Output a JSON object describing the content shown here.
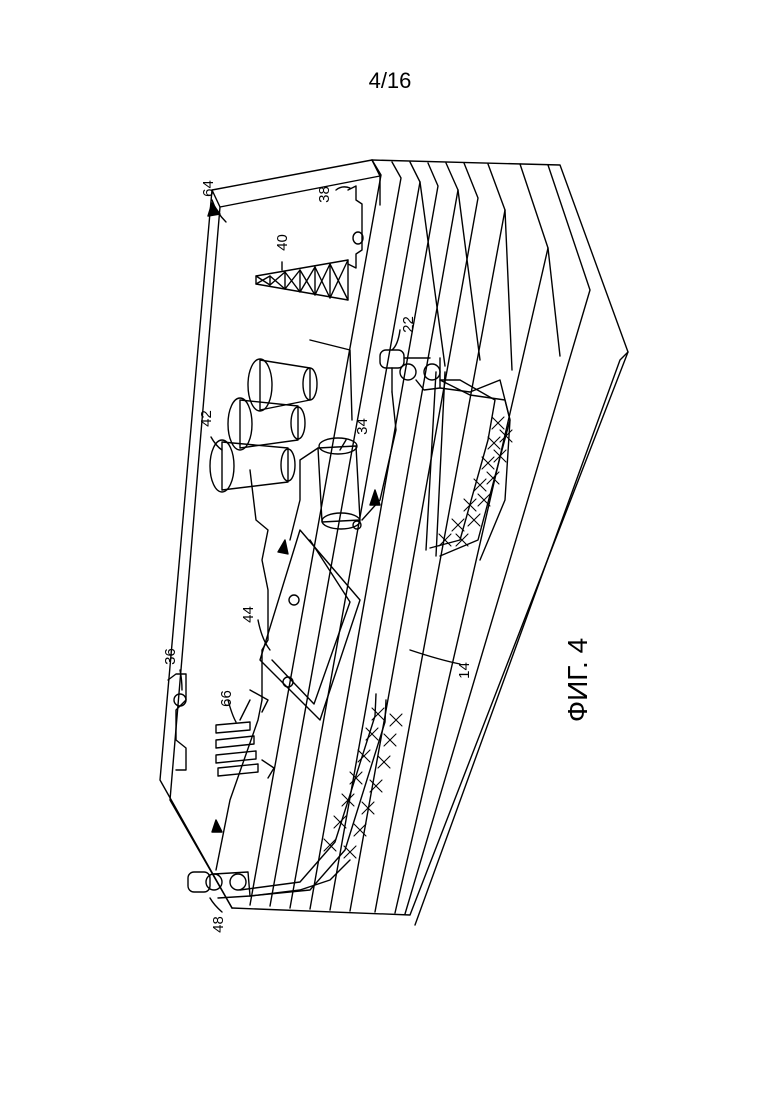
{
  "page": {
    "number": "4/16"
  },
  "figure": {
    "caption": "ФИГ. 4",
    "reference_numerals": {
      "r64": "64",
      "r38": "38",
      "r40": "40",
      "r42": "42",
      "r34": "34",
      "r22": "22",
      "r36": "36",
      "r44": "44",
      "r66": "66",
      "r14": "14",
      "r48": "48"
    }
  },
  "colors": {
    "ink": "#000000",
    "paper": "#ffffff"
  }
}
